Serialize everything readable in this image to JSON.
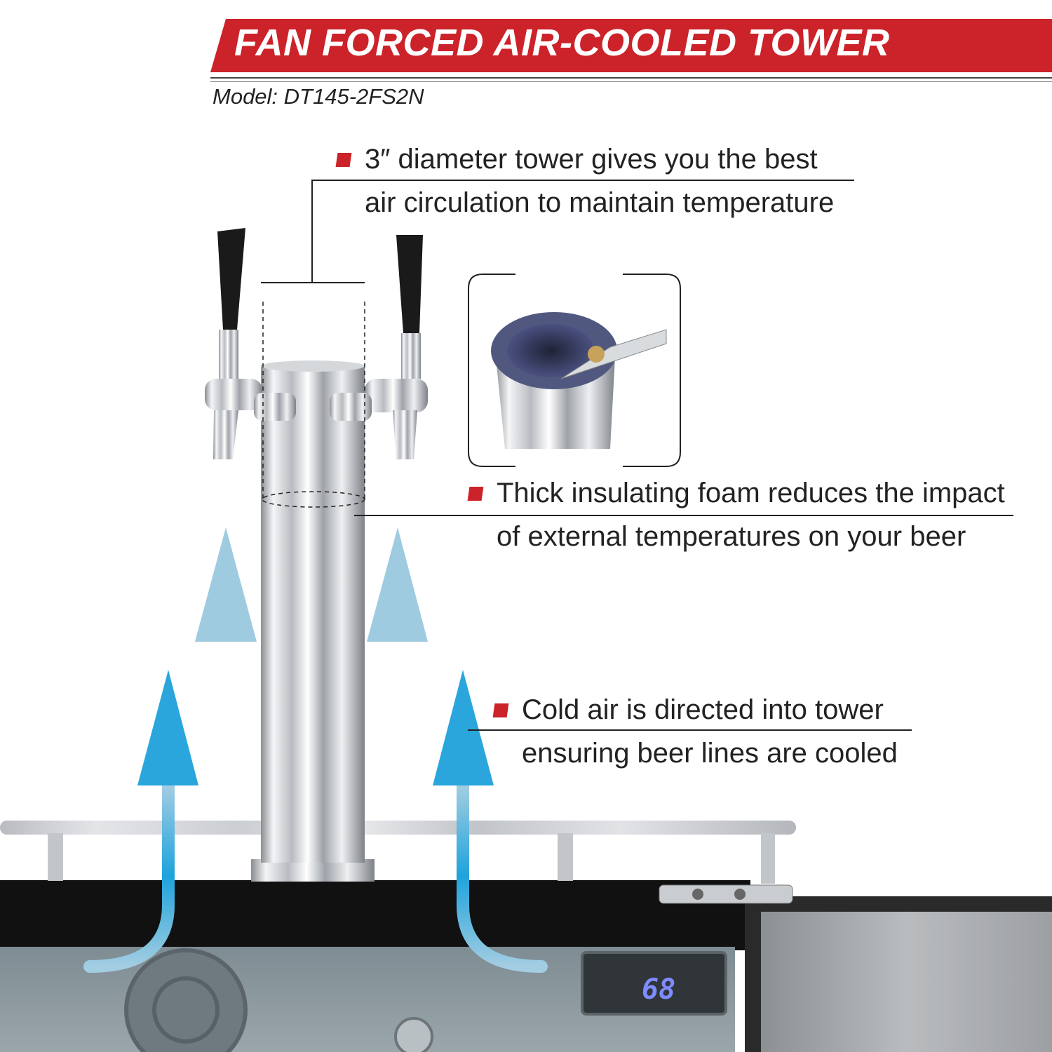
{
  "header": {
    "title": "FAN FORCED AIR-COOLED TOWER",
    "model": "Model: DT145-2FS2N",
    "accent_color": "#cc2229"
  },
  "callouts": [
    {
      "line1": "3″ diameter tower gives you the best",
      "line2": "air circulation to maintain temperature"
    },
    {
      "line1": "Thick insulating foam reduces the impact",
      "line2": "of external temperatures on your beer"
    },
    {
      "line1": "Cold air is directed into tower",
      "line2": "ensuring beer lines are cooled"
    }
  ],
  "thermostat_display": "68",
  "colors": {
    "airflow_light": "#a3cde2",
    "airflow_strong": "#1ea3dc"
  }
}
